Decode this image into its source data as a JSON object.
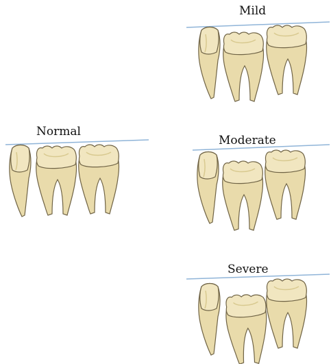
{
  "panels": [
    {
      "key": "normal",
      "label": "Normal"
    },
    {
      "key": "mild",
      "label": "Mild"
    },
    {
      "key": "moderate",
      "label": "Moderate"
    },
    {
      "key": "severe",
      "label": "Severe"
    }
  ],
  "colors": {
    "enamel": "#f1e6c0",
    "enamel_shade": "#d8c98f",
    "root": "#e9dbab",
    "outline": "#6f6345",
    "occlusal_line": "#8fb4d8",
    "background": "#ffffff"
  }
}
